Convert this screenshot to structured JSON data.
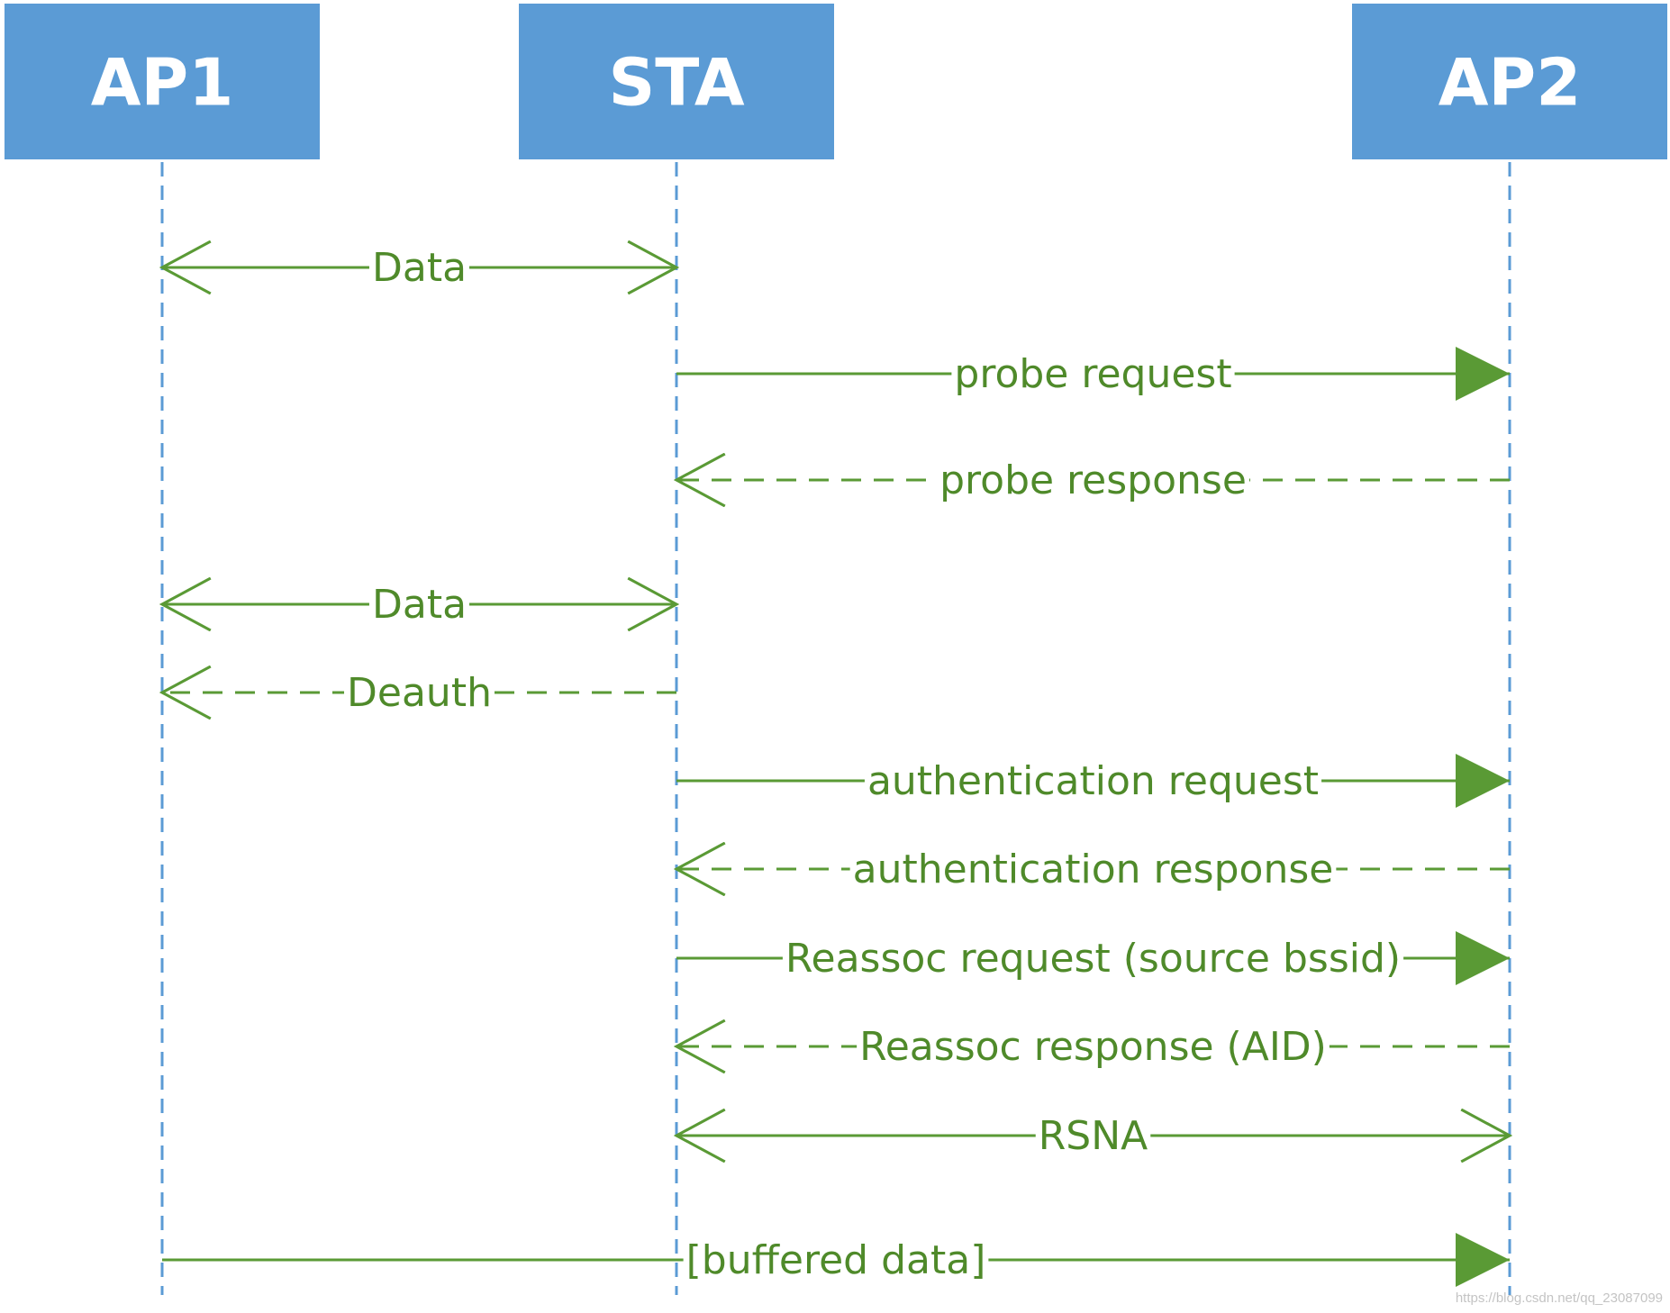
{
  "actors": [
    {
      "id": "AP1",
      "label": "AP1"
    },
    {
      "id": "STA",
      "label": "STA"
    },
    {
      "id": "AP2",
      "label": "AP2"
    }
  ],
  "messages": [
    {
      "from": "AP1",
      "to": "STA",
      "label": "Data",
      "style": "solid",
      "head": "open-both"
    },
    {
      "from": "STA",
      "to": "AP2",
      "label": "probe request",
      "style": "solid",
      "head": "filled"
    },
    {
      "from": "AP2",
      "to": "STA",
      "label": "probe response",
      "style": "dashed",
      "head": "open"
    },
    {
      "from": "AP1",
      "to": "STA",
      "label": "Data",
      "style": "solid",
      "head": "open-both"
    },
    {
      "from": "STA",
      "to": "AP1",
      "label": "Deauth",
      "style": "dashed",
      "head": "open"
    },
    {
      "from": "STA",
      "to": "AP2",
      "label": "authentication request",
      "style": "solid",
      "head": "filled"
    },
    {
      "from": "AP2",
      "to": "STA",
      "label": "authentication response",
      "style": "dashed",
      "head": "open"
    },
    {
      "from": "STA",
      "to": "AP2",
      "label": "Reassoc request (source bssid)",
      "style": "solid",
      "head": "filled"
    },
    {
      "from": "AP2",
      "to": "STA",
      "label": "Reassoc response (AID)",
      "style": "dashed",
      "head": "open"
    },
    {
      "from": "STA",
      "to": "AP2",
      "label": "RSNA",
      "style": "solid",
      "head": "open-both"
    },
    {
      "from": "AP1",
      "to": "AP2",
      "label": "[buffered data]",
      "style": "solid",
      "head": "filled"
    }
  ],
  "colors": {
    "actor_fill": "#5b9bd5",
    "lifeline": "#5b9bd5",
    "message": "#5a9a35",
    "label": "#4f8a2a"
  },
  "watermark": "https://blog.csdn.net/qq_23087099"
}
